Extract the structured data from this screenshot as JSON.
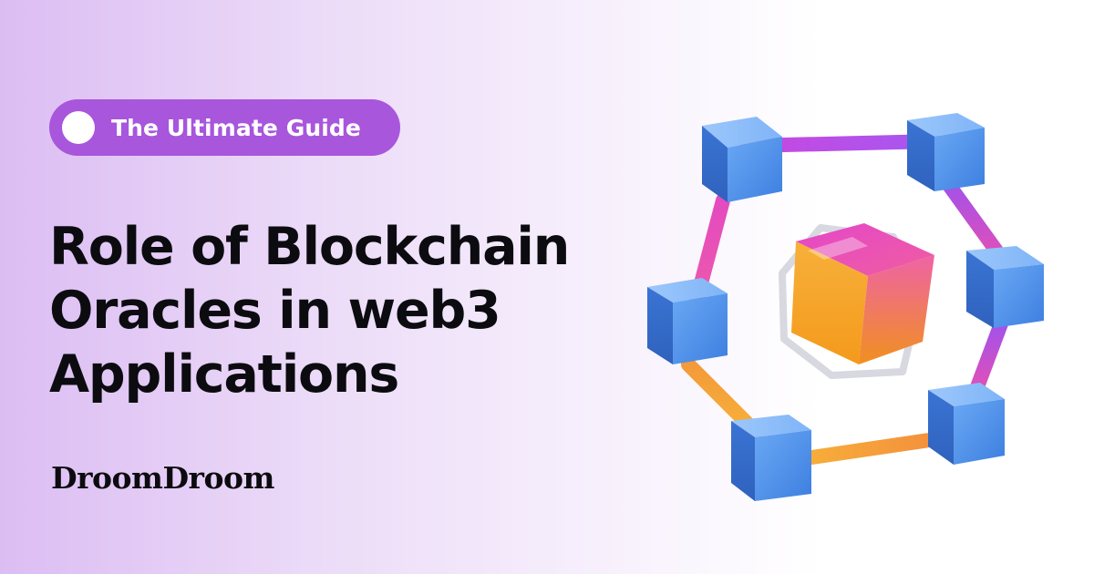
{
  "badge": {
    "label": "The Ultimate Guide"
  },
  "headline": {
    "lines": [
      "Role of Blockchain",
      "Oracles in web3",
      "Applications"
    ]
  },
  "brand": {
    "name": "DroomDroom"
  },
  "illustration": {
    "icon": "blockchain-network-icon"
  },
  "colors": {
    "badge_background": "#a856dc",
    "headline_text": "#0c0c10",
    "node_blue": "#4b8ee8",
    "center_orange": "#f7a21e",
    "center_magenta": "#e33fc6",
    "link_pink": "#e14cc4",
    "link_orange": "#f7a935"
  }
}
